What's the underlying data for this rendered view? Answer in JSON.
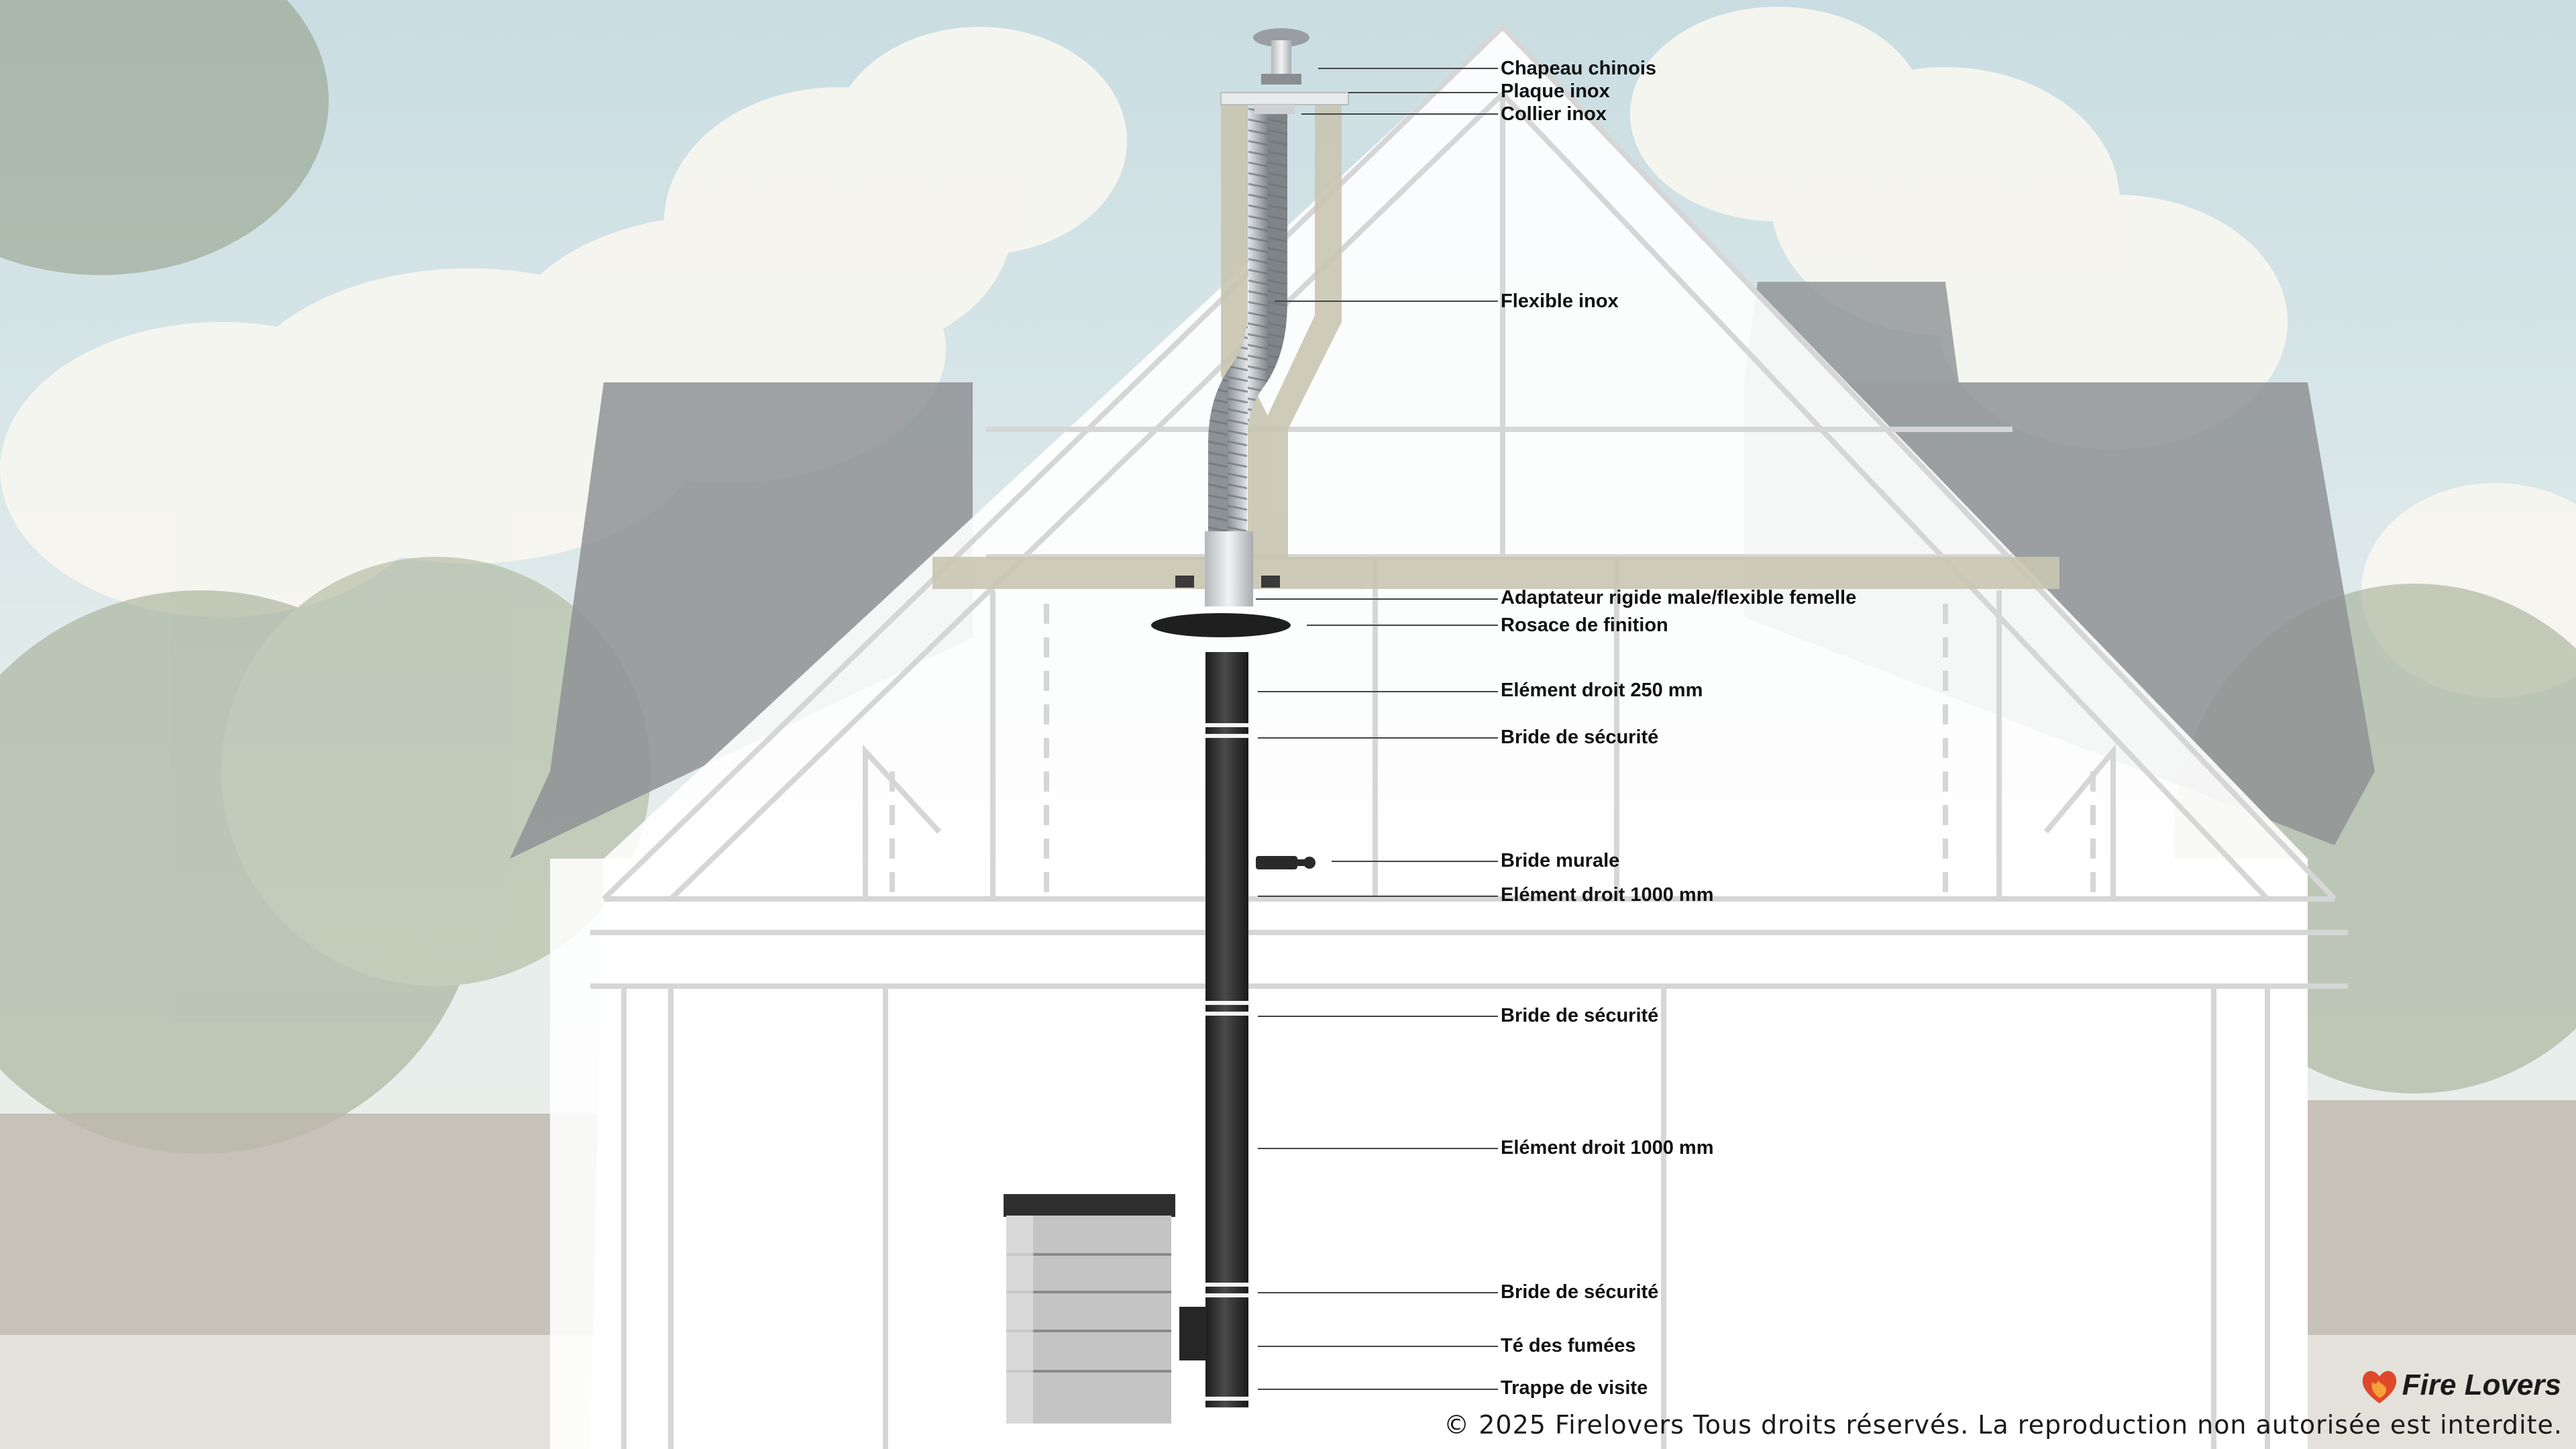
{
  "labels": [
    {
      "id": "chapeau-chinois",
      "text": "Chapeau chinois"
    },
    {
      "id": "plaque-inox",
      "text": "Plaque inox"
    },
    {
      "id": "collier-inox",
      "text": "Collier inox"
    },
    {
      "id": "flexible-inox",
      "text": "Flexible inox"
    },
    {
      "id": "adaptateur",
      "text": "Adaptateur rigide male/flexible femelle"
    },
    {
      "id": "rosace",
      "text": "Rosace de finition"
    },
    {
      "id": "element-250",
      "text": "Elément droit 250 mm"
    },
    {
      "id": "bride-securite-1",
      "text": "Bride de sécurité"
    },
    {
      "id": "bride-murale",
      "text": "Bride murale"
    },
    {
      "id": "element-1000-1",
      "text": "Elément droit 1000 mm"
    },
    {
      "id": "bride-securite-2",
      "text": "Bride de sécurité"
    },
    {
      "id": "element-1000-2",
      "text": "Elément droit 1000 mm"
    },
    {
      "id": "bride-securite-3",
      "text": "Bride de sécurité"
    },
    {
      "id": "te-fumees",
      "text": "Té des fumées"
    },
    {
      "id": "trappe-visite",
      "text": "Trappe de visite"
    }
  ],
  "logo": {
    "text": "Fire Lovers",
    "icon": "flame-heart-icon",
    "color": "#e0482b"
  },
  "copyright": "© 2025 Firelovers Tous droits réservés. La reproduction non autorisée est interdite.",
  "colors": {
    "sky": "#d9e6e8",
    "wall": "#ffffff",
    "roof": "#8b8e90",
    "insulation": "#c9c5b1",
    "pipe": "#2b2b2b",
    "steel": "#bfc3c6"
  }
}
